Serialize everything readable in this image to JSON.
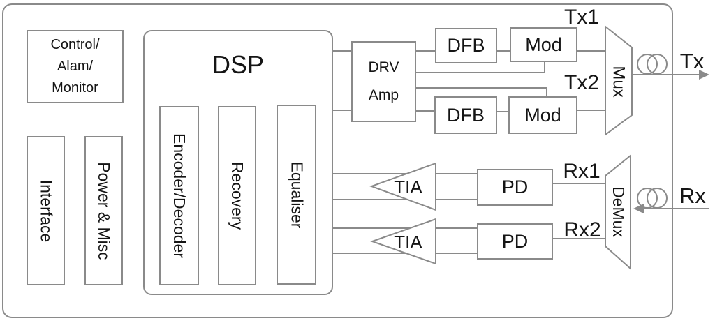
{
  "colors": {
    "stroke": "#8a8a8a",
    "text": "#151515",
    "background": "#ffffff"
  },
  "blocks": {
    "control": {
      "line1": "Control/",
      "line2": "Alam/",
      "line3": "Monitor"
    },
    "interface": {
      "label": "Interface"
    },
    "power": {
      "label": "Power & Misc"
    },
    "dsp": {
      "label": "DSP"
    },
    "encoder": {
      "label": "Encoder/Decoder"
    },
    "recovery": {
      "label": "Recovery"
    },
    "equaliser": {
      "label": "Equaliser"
    },
    "drv_amp": {
      "line1": "DRV",
      "line2": "Amp"
    },
    "dfb_top": {
      "label": "DFB"
    },
    "mod_top": {
      "label": "Mod"
    },
    "dfb_bottom": {
      "label": "DFB"
    },
    "mod_bottom": {
      "label": "Mod"
    },
    "mux": {
      "label": "Mux"
    },
    "demux": {
      "label": "DeMux"
    },
    "tia_top": {
      "label": "TIA"
    },
    "tia_bottom": {
      "label": "TIA"
    },
    "pd_top": {
      "label": "PD"
    },
    "pd_bottom": {
      "label": "PD"
    }
  },
  "ports": {
    "tx1": "Tx1",
    "tx2": "Tx2",
    "tx": "Tx",
    "rx1": "Rx1",
    "rx2": "Rx2",
    "rx": "Rx"
  },
  "icons": {
    "tx_fiber_coil": "fiber-coil",
    "rx_fiber_coil": "fiber-coil",
    "tx_arrow": "arrow-right",
    "rx_arrow": "arrow-left"
  }
}
